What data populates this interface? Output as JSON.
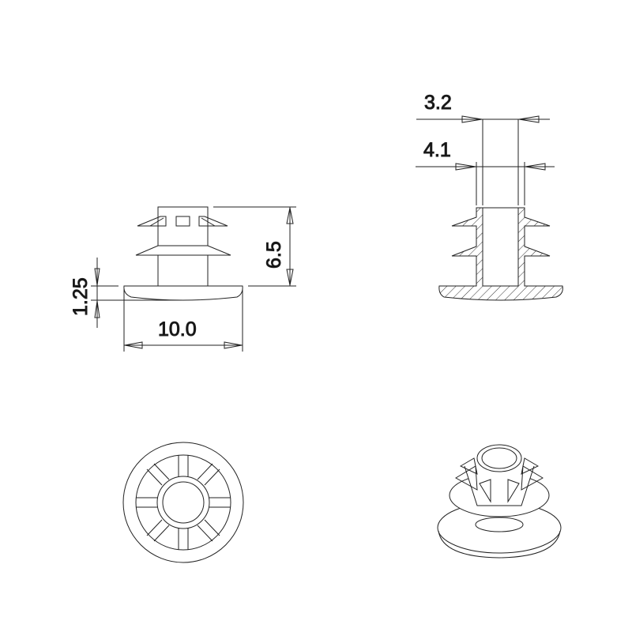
{
  "colors": {
    "stroke": "#222222",
    "hatch": "#333333",
    "background": "#ffffff"
  },
  "dimensions": {
    "inner_diameter": "3.2",
    "outer_diameter": "4.1",
    "height": "6.5",
    "flange_diameter": "10.0",
    "flange_thickness": "1.25"
  }
}
